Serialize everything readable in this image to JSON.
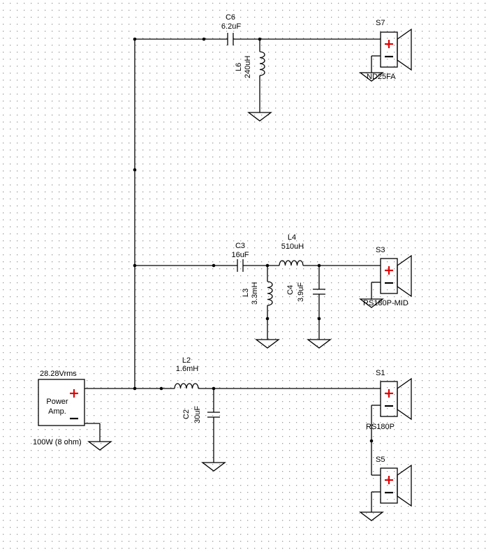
{
  "components": {
    "C6": {
      "ref": "C6",
      "value": "6.2uF"
    },
    "L6": {
      "ref": "L6",
      "value": "240uH"
    },
    "C3": {
      "ref": "C3",
      "value": "16uF"
    },
    "L4": {
      "ref": "L4",
      "value": "510uH"
    },
    "L3": {
      "ref": "L3",
      "value": "3.3mH"
    },
    "C4": {
      "ref": "C4",
      "value": "3.9uF"
    },
    "L2": {
      "ref": "L2",
      "value": "1.6mH"
    },
    "C2": {
      "ref": "C2",
      "value": "30uF"
    }
  },
  "speakers": {
    "S7": {
      "ref": "S7",
      "model": "ND25FA"
    },
    "S3": {
      "ref": "S3",
      "model": "RS180P-MID"
    },
    "S1": {
      "ref": "S1",
      "model": "RS180P"
    },
    "S5": {
      "ref": "S5",
      "model": ""
    }
  },
  "amplifier": {
    "voltage": "28.28Vrms",
    "label_line1": "Power",
    "label_line2": "Amp.",
    "rating": "100W (8 ohm)"
  },
  "colors": {
    "background": "#ffffff",
    "grid_dot": "#9a9a9a",
    "wire": "#000000",
    "plus_terminal": "#e00000"
  },
  "icons": {
    "ground": "ground-symbol",
    "speaker": "speaker-symbol"
  }
}
